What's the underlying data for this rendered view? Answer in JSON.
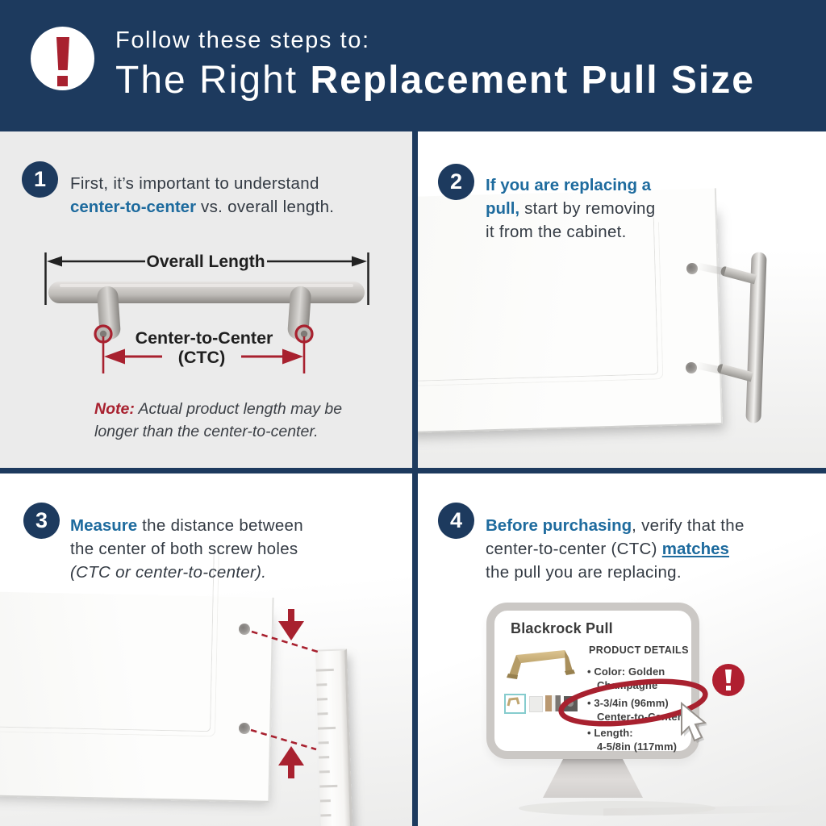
{
  "colors": {
    "navy": "#1d3a5e",
    "red": "#a8212f",
    "blue": "#1e6b9e",
    "gray_bg": "#ebebeb",
    "gold": "#c9ae77"
  },
  "header": {
    "kicker": "Follow these steps to:",
    "title_regular": "The Right ",
    "title_bold": "Replacement Pull Size"
  },
  "steps": [
    {
      "number": "1",
      "lines": [
        [
          {
            "t": "First, it’s important to understand",
            "s": "n"
          }
        ],
        [
          {
            "t": "center-to-center",
            "s": "b"
          },
          {
            "t": " vs. overall length.",
            "s": "n"
          }
        ]
      ]
    },
    {
      "number": "2",
      "lines": [
        [
          {
            "t": "If you are replacing a",
            "s": "b"
          }
        ],
        [
          {
            "t": "pull,",
            "s": "b"
          },
          {
            "t": " start by removing",
            "s": "n"
          }
        ],
        [
          {
            "t": "it from the cabinet.",
            "s": "n"
          }
        ]
      ]
    },
    {
      "number": "3",
      "lines": [
        [
          {
            "t": "Measure",
            "s": "b"
          },
          {
            "t": " the distance between",
            "s": "n"
          }
        ],
        [
          {
            "t": "the center of both screw holes",
            "s": "n"
          }
        ],
        [
          {
            "t": "(CTC or center-to-center).",
            "s": "i"
          }
        ]
      ]
    },
    {
      "number": "4",
      "lines": [
        [
          {
            "t": "Before purchasing",
            "s": "b"
          },
          {
            "t": ", verify that the",
            "s": "n"
          }
        ],
        [
          {
            "t": "center-to-center (CTC) ",
            "s": "n"
          },
          {
            "t": "matches",
            "s": "bu"
          }
        ],
        [
          {
            "t": "the pull you are replacing.",
            "s": "n"
          }
        ]
      ]
    }
  ],
  "diagram1": {
    "overall_label": "Overall Length",
    "ctc_label": "Center-to-Center",
    "ctc_abbr": "(CTC)",
    "note_label": "Note:",
    "note_line1": "Actual product length may be",
    "note_line2": "longer than the center-to-center."
  },
  "monitor": {
    "product_name": "Blackrock Pull",
    "details_title": "PRODUCT DETAILS",
    "bullet1_l1": "• Color: Golden",
    "bullet1_l2": "Champagne",
    "bullet2_l1": "• 3-3/4in (96mm)",
    "bullet2_l2": "Center-to-Center",
    "bullet3_l1": "• Length:",
    "bullet3_l2": "4-5/8in (117mm)"
  }
}
